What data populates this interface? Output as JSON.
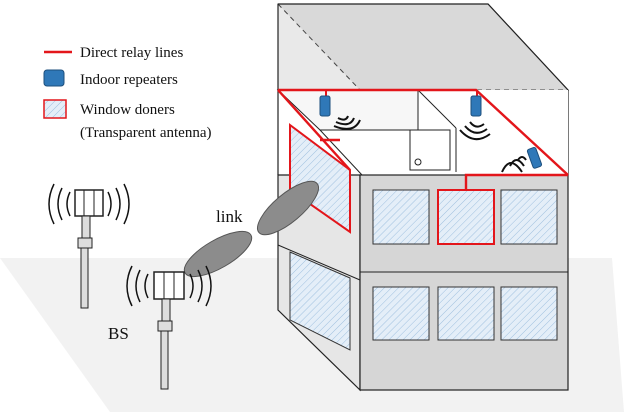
{
  "legend": {
    "relay_label": "Direct relay lines",
    "repeater_label": "Indoor repeaters",
    "window_label_1": "Window doners",
    "window_label_2": "(Transparent antenna)"
  },
  "labels": {
    "link": "link",
    "bs": "BS"
  },
  "colors": {
    "relay": "#e3161b",
    "repeater": "#2f78b8",
    "window_fill": "#dbe8f4",
    "wall_side": "#e6e6e6",
    "wall_front": "#d4d4d4",
    "ground": "#f0f0f0",
    "ellipse": "#8c8c8c"
  }
}
